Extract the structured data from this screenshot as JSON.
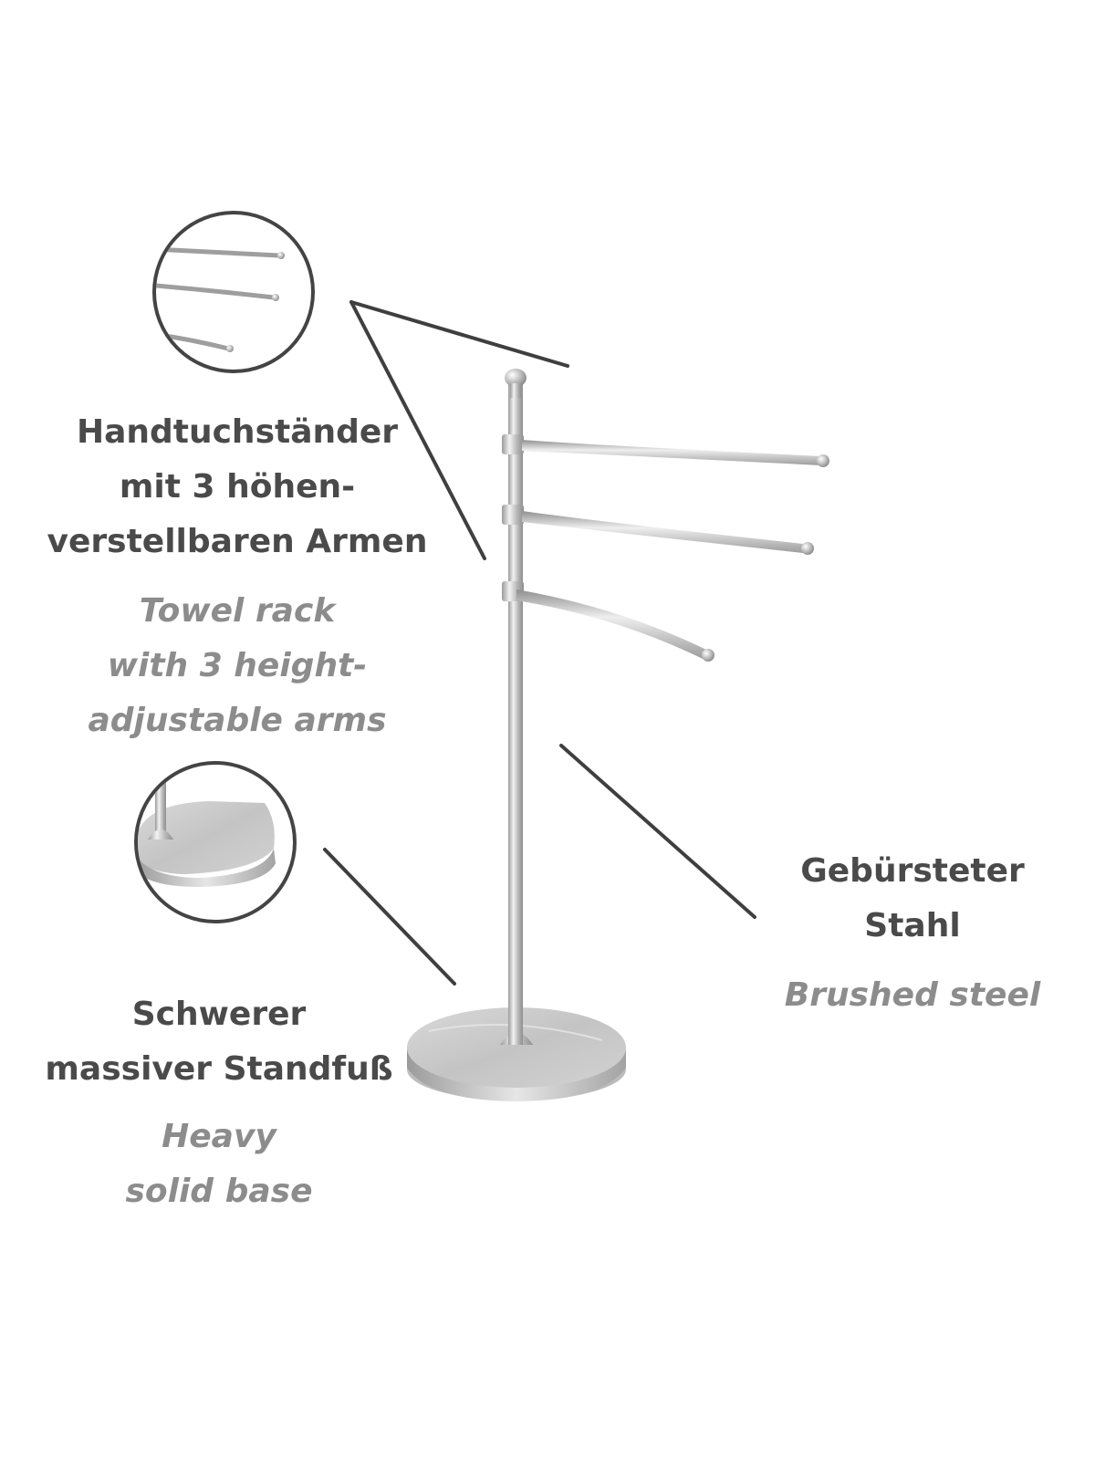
{
  "features": [
    {
      "id": "arms",
      "de": "Handtuchständer\nmit 3 höhen-\nverstellbaren Armen",
      "en": "Towel rack\nwith 3 height-\nadjustable arms"
    },
    {
      "id": "base",
      "de": "Schwerer\nmassiver Standfuß",
      "en": "Heavy\nsolid base"
    },
    {
      "id": "steel",
      "de": "Gebürsteter\nStahl",
      "en": "Brushed steel"
    }
  ],
  "colors": {
    "background": "#ffffff",
    "german_text": "#4a4a4a",
    "english_text": "#8c8c8c",
    "callout_lines": "#3f3f3f",
    "steel": "#c8c8c8"
  }
}
